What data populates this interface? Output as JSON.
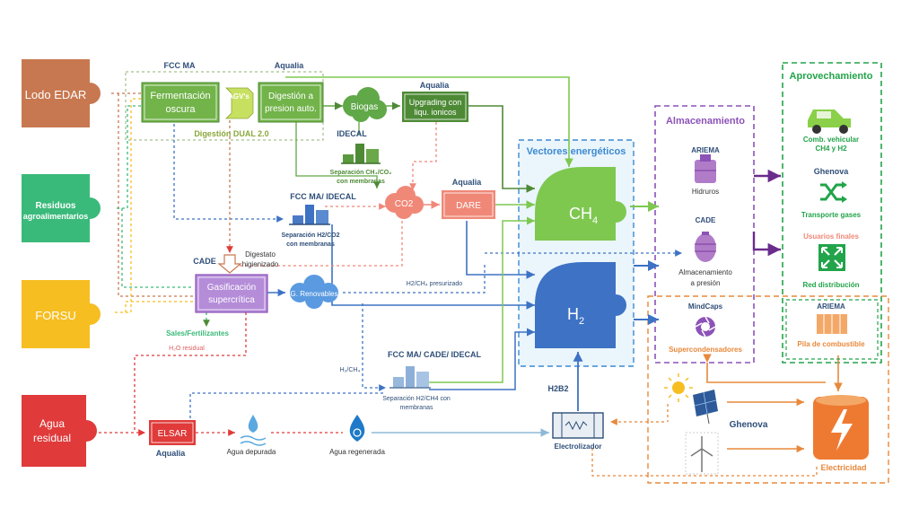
{
  "colors": {
    "brown": "#c87850",
    "green_src": "#3aba7a",
    "yellow": "#f7be22",
    "red": "#e03a3a",
    "process_green": "#72b34a",
    "biogas_green": "#60a848",
    "ch4_green": "#7ec850",
    "h2_blue": "#3d72c4",
    "purple": "#8c52b8",
    "orange": "#e8883a",
    "dark_green": "#22a44a",
    "salmon": "#f08878",
    "light_blue": "#9dc8ec",
    "navy": "#2e4e78"
  },
  "sources": {
    "lodo": "Lodo EDAR",
    "residuos_1": "Residuos",
    "residuos_2": "agroalimentarios",
    "forsu": "FORSU",
    "agua_1": "Agua",
    "agua_2": "residual"
  },
  "dual": {
    "fcc_ma": "FCC MA",
    "aqualia": "Aqualia",
    "ferm_1": "Fermentación",
    "ferm_2": "oscura",
    "agvs": "AGV's",
    "dig_1": "Digestión a",
    "dig_2": "presion auto.",
    "footer": "Digestión DUAL 2.0"
  },
  "biogas": {
    "label": "Biogas",
    "aqualia": "Aqualia",
    "upg_1": "Upgrading con",
    "upg_2": "liqu. ionicos",
    "idecal": "IDECAL",
    "sep_1": "Separación CH₄/CO₂",
    "sep_2": "con membranas"
  },
  "middle": {
    "fcc_idecal": "FCC MA/ IDECAL",
    "sep_h2co2_1": "Separación H2/CO2",
    "sep_h2co2_2": "con membranas",
    "co2": "CO2",
    "aqualia": "Aqualia",
    "dare": "DARE",
    "cade": "CADE",
    "dig_hig_1": "Digestato",
    "dig_hig_2": "higienizado",
    "gas_1": "Gasificación",
    "gas_2": "supercrítica",
    "renovables": "G. Renovables",
    "h2ch4_pres": "H2/CH₄ presurizado",
    "sales": "Sales/Fertilizantes",
    "h2o_res": "H₂O residual",
    "h2ch4": "H₂/CH₄",
    "fcc_cade_idecal": "FCC MA/ CADE/ IDECAL",
    "sep_h2ch4_1": "Separación H2/CH4 con",
    "sep_h2ch4_2": "membranas"
  },
  "water": {
    "elsar": "ELSAR",
    "aqualia": "Aqualia",
    "depurada": "Agua depurada",
    "regenerada": "Agua regenerada"
  },
  "vectors": {
    "title": "Vectores energéticos",
    "ch4": "CH",
    "ch4_sub": "4",
    "h2": "H",
    "h2_sub": "2",
    "h2b2": "H2B2",
    "electrolizador": "Electrolizador"
  },
  "storage": {
    "title": "Almacenamiento",
    "ariema": "ARIEMA",
    "hidruros": "Hidruros",
    "cade": "CADE",
    "alm_1": "Almacenamiento",
    "alm_2": "a presión",
    "mindcaps": "MindCaps",
    "super": "Supercondensadores"
  },
  "use": {
    "title": "Aprovechamiento",
    "comb_1": "Comb. vehicular",
    "comb_2": "CH4 y H2",
    "ghenova": "Ghenova",
    "transporte": "Transporte gases",
    "usuarios": "Usuarios finales",
    "red": "Red distribución",
    "ariema": "ARIEMA",
    "pila": "Pila de combustible"
  },
  "energy": {
    "ghenova": "Ghenova",
    "electricidad": "Electricidad"
  }
}
